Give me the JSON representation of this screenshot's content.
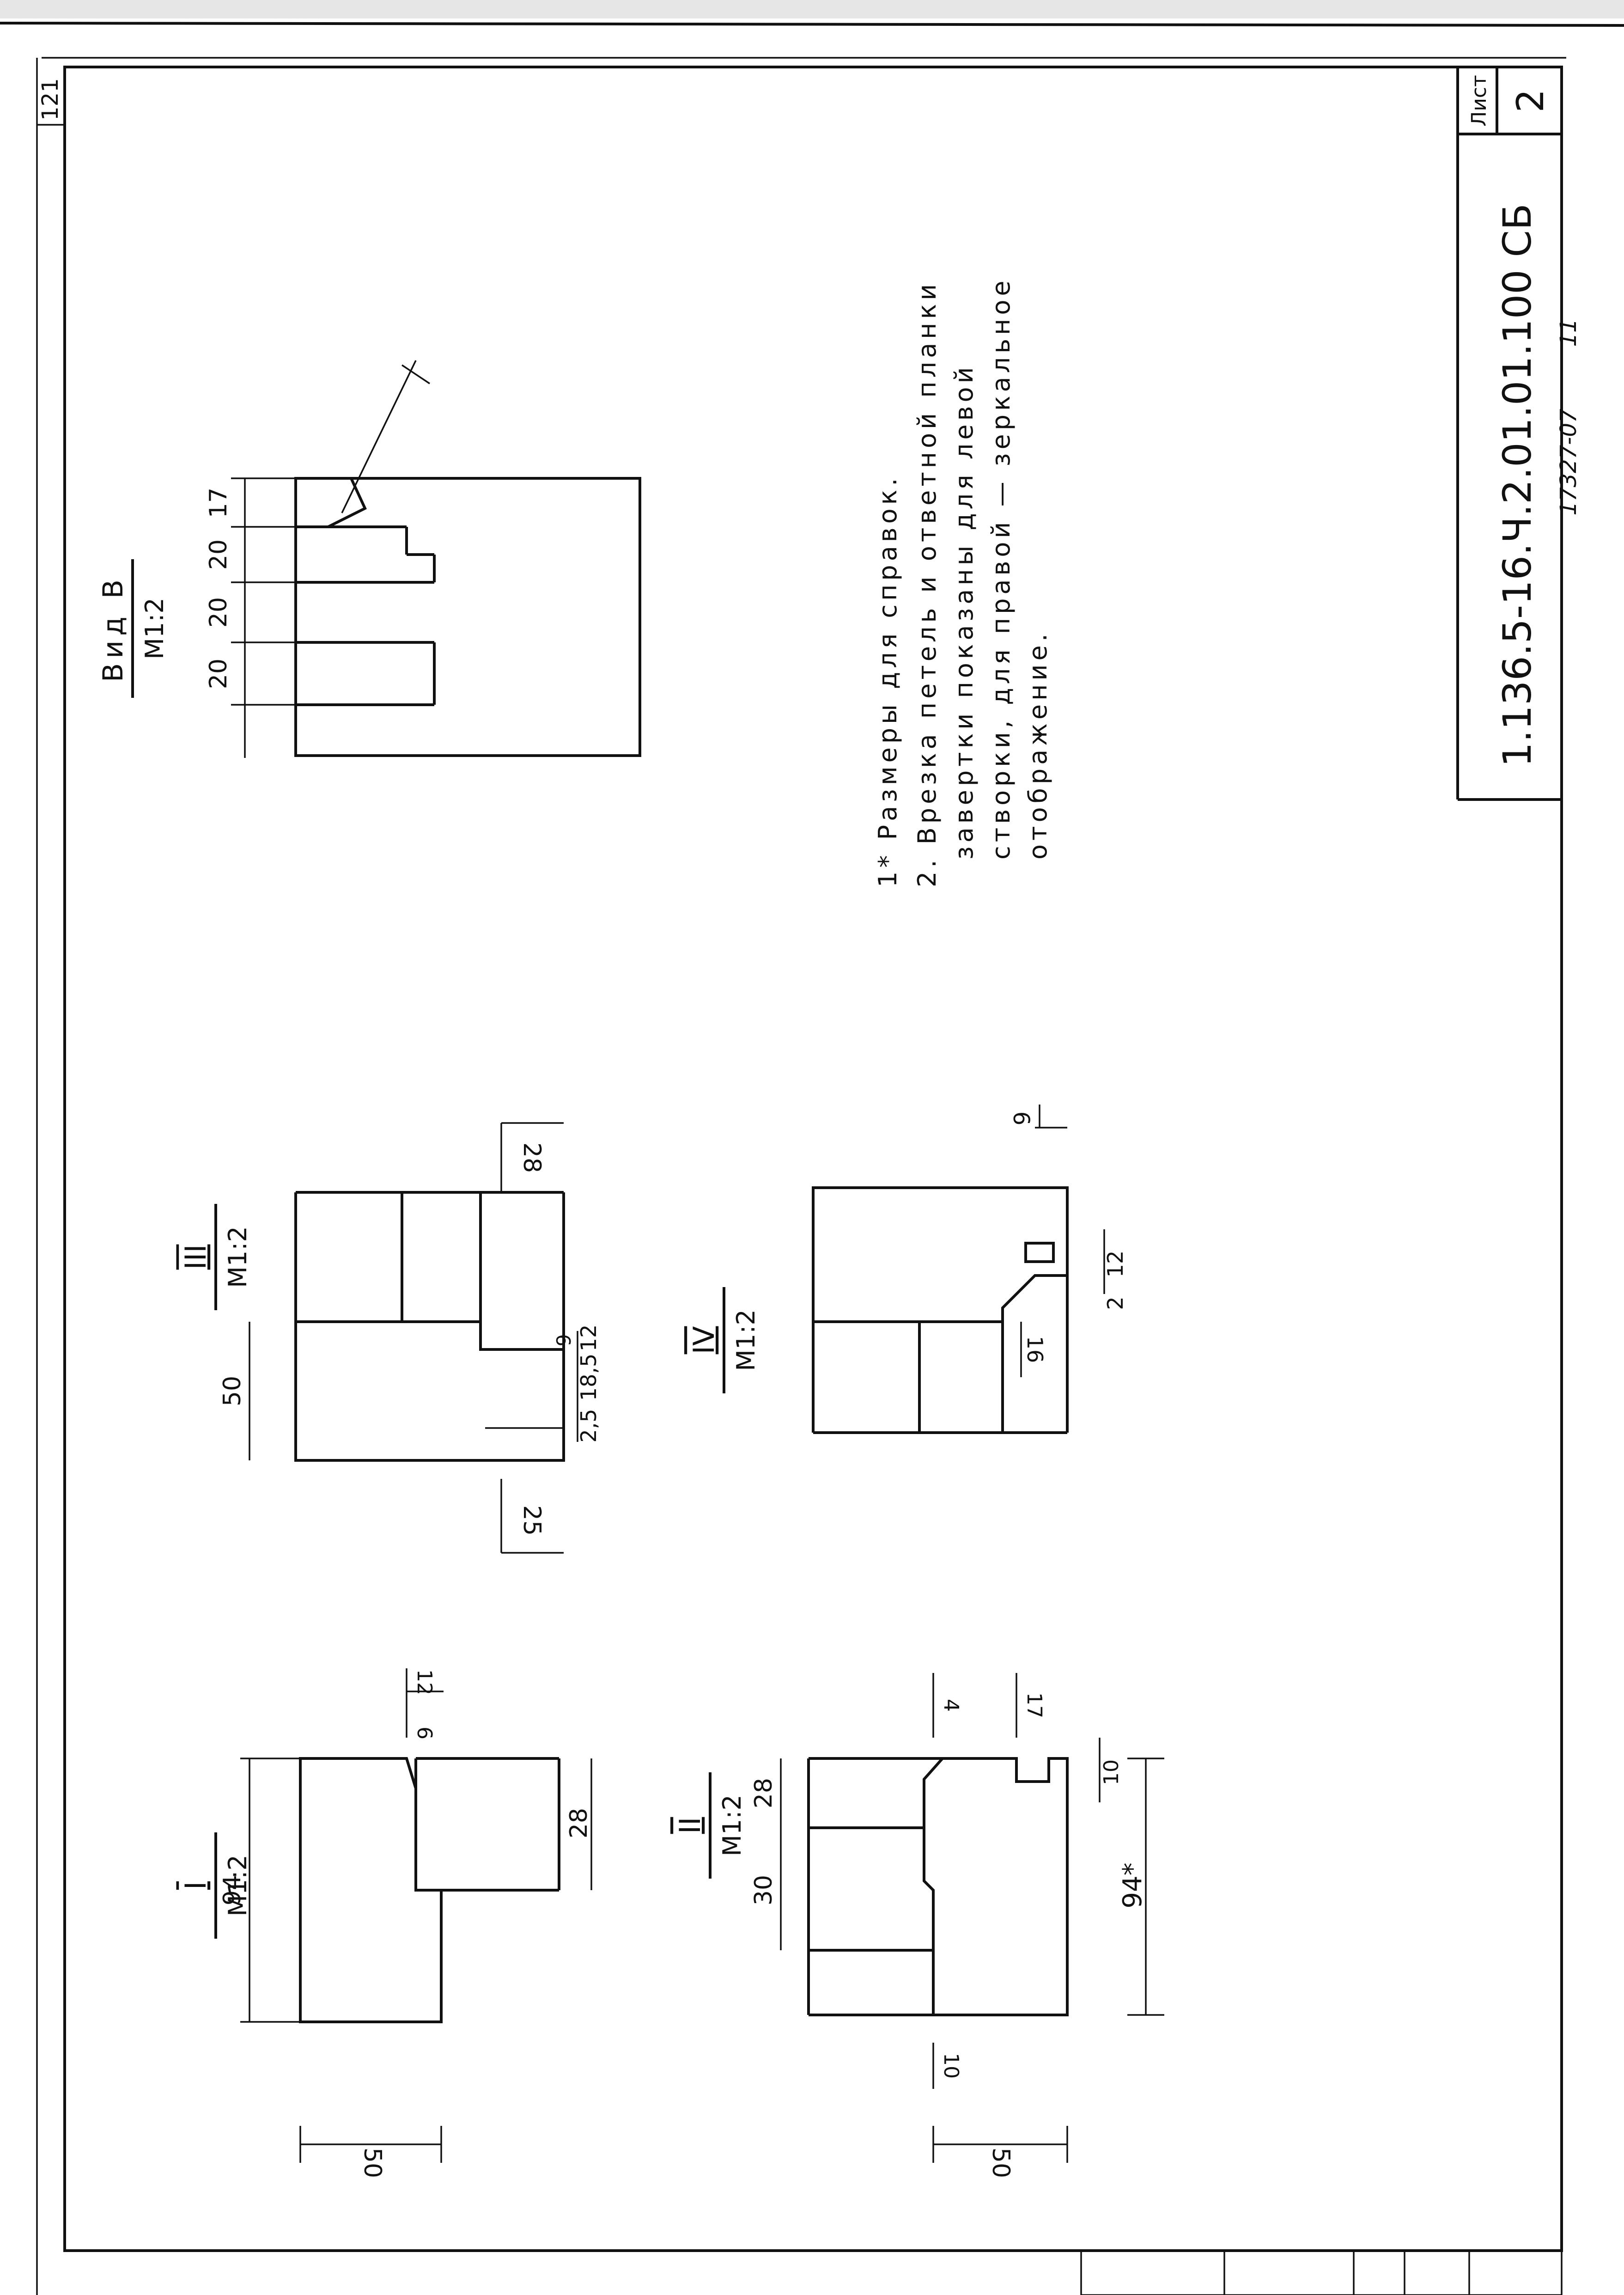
{
  "sheet": {
    "corner_number": "121",
    "sheet_label": "Лист",
    "sheet_number": "2",
    "document_code": "1.136.5-16.Ч.2.01.01.100 СБ",
    "archive_number": "17327-07",
    "archive_mark": "11"
  },
  "views": {
    "view_b": {
      "title": "Вид В",
      "scale": "М1:2",
      "dims": [
        "20",
        "20",
        "20",
        "17"
      ]
    },
    "section_1": {
      "title": "I",
      "scale": "М1:2",
      "dims": [
        "94",
        "28",
        "50",
        "12",
        "6"
      ]
    },
    "section_2": {
      "title": "II",
      "scale": "М1:2",
      "dims": [
        "30",
        "28",
        "94*",
        "50",
        "4",
        "17",
        "10",
        "10"
      ]
    },
    "section_3": {
      "title": "III",
      "scale": "М1:2",
      "dims": [
        "50",
        "28",
        "25",
        "2,5",
        "18,5",
        "12",
        "9"
      ]
    },
    "section_4": {
      "title": "IV",
      "scale": "М1:2",
      "dims": [
        "6",
        "12",
        "2",
        "16"
      ]
    }
  },
  "notes": [
    "1* Размеры для справок.",
    "2. Врезка петель и ответной планки",
    "завертки показаны для левой",
    "створки, для правой — зеркальное",
    "отображение."
  ]
}
